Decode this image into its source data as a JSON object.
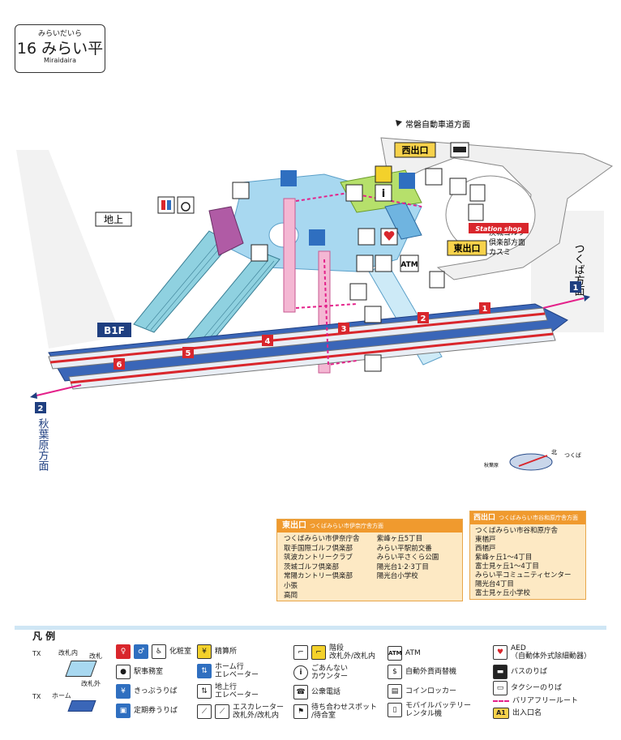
{
  "title": {
    "kana": "みらいだいら",
    "main": "16 みらい平",
    "roman": "Miraidaira"
  },
  "map": {
    "north_road": "常磐自動車道方面",
    "west_exit": "西出口",
    "east_exit": "東出口",
    "ground_level": "地上",
    "b1f_level": "B1F",
    "tsukuba_dir": "つくば方面",
    "tsukuba_num": "1",
    "akihabara_dir": "秋葉原方面",
    "akihabara_num": "2",
    "east_dest_1": "茨城ゴルフ",
    "east_dest_2": "倶楽部方面",
    "east_dest_3": "カスミ",
    "station_shop": "Station shop",
    "atm": "ATM",
    "car_numbers": [
      "1",
      "2",
      "3",
      "4",
      "5",
      "6"
    ],
    "compass_north": "北",
    "compass_tsukuba": "つくば",
    "compass_akihabara": "秋葉原"
  },
  "colors": {
    "platform_blue": "#3a66b8",
    "concourse": "#a8d8f0",
    "barrier_free": "#e4218a",
    "exit_yellow": "#f7d24b",
    "car_red": "#d9262c"
  },
  "east_box": {
    "title": "東出口",
    "subtitle": "つくばみらい市伊奈庁舎方面",
    "col1": [
      "つくばみらい市伊奈庁舎",
      "取手国際ゴルフ倶楽部",
      "筑波カントリークラブ",
      "茨城ゴルフ倶楽部",
      "常陽カントリー倶楽部",
      "小張",
      "高岡"
    ],
    "col2": [
      "紫峰ヶ丘5丁目",
      "みらい平駅前交番",
      "みらい平さくら公園",
      "陽光台1·2·3丁目",
      "陽光台小学校"
    ]
  },
  "west_box": {
    "title": "西出口",
    "subtitle": "つくばみらい市谷和原庁舎方面",
    "items": [
      "つくばみらい市谷和原庁舎",
      "東楢戸",
      "西楢戸",
      "紫峰ヶ丘1～4丁目",
      "富士見ヶ丘1～4丁目",
      "みらい平コミュニティセンター",
      "陽光台4丁目",
      "富士見ヶ丘小学校"
    ]
  },
  "legend": {
    "title": "凡 例",
    "platform_in": "改札内",
    "platform_gate": "改札",
    "platform_out": "改札外",
    "platform_home": "ホーム",
    "toilet": "化粧室",
    "station_office": "駅事務室",
    "ticket": "きっぷうりば",
    "pass": "定期券うりば",
    "fare_adjust": "精算所",
    "elevator_home_1": "ホーム行",
    "elevator_home_2": "エレベーター",
    "elevator_ground_1": "地上行",
    "elevator_ground_2": "エレベーター",
    "escalator_1": "エスカレーター",
    "escalator_2": "改札外/改札内",
    "stairs_1": "階段",
    "stairs_2": "改札外/改札内",
    "info_1": "ごあんない",
    "info_2": "カウンター",
    "phone": "公衆電話",
    "waiting_1": "待ち合わせスポット",
    "waiting_2": "/待合室",
    "atm": "ATM",
    "exchange": "自動外貨両替機",
    "locker": "コインロッカー",
    "battery_1": "モバイルバッテリー",
    "battery_2": "レンタル機",
    "aed_1": "AED",
    "aed_2": "（自動体外式除細動器）",
    "bus": "バスのりば",
    "taxi": "タクシーのりば",
    "barrier_free": "バリアフリールート",
    "exit_name": "出入口名",
    "exit_sample": "A1"
  }
}
